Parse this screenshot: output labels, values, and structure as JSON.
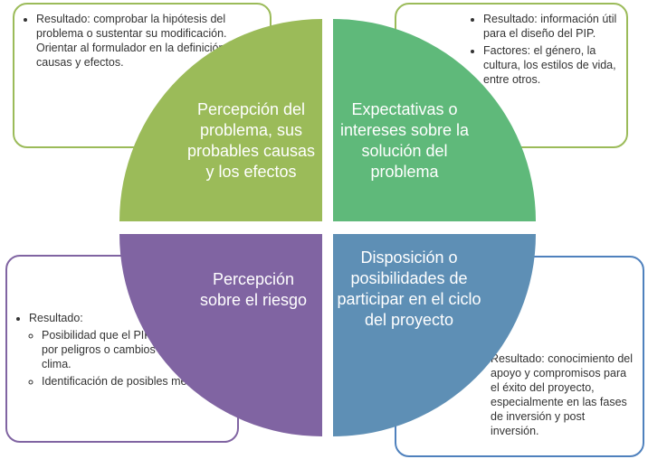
{
  "quadrants": {
    "top_left": {
      "label": "Percepción del problema, sus probables causas y los efectos",
      "color": "#9bbb59"
    },
    "top_right": {
      "label": "Expectativas o intereses sobre la solución del problema",
      "color": "#5fb97a"
    },
    "bottom_left": {
      "label": "Percepción sobre el riesgo",
      "color": "#8064a2"
    },
    "bottom_right": {
      "label": "Disposición o posibilidades de participar en el ciclo del proyecto",
      "color": "#5e8fb5"
    }
  },
  "boxes": {
    "top_left": {
      "items": [
        "Resultado: comprobar la hipótesis del problema o sustentar su modificación. Orientar al formulador en la definición de las causas y efectos."
      ]
    },
    "top_right": {
      "items": [
        "Resultado: información útil para el diseño del PIP.",
        "Factores: el género, la cultura, los estilos de vida, entre otros."
      ]
    },
    "bottom_left": {
      "heading": "Resultado:",
      "items": [
        "Posibilidad que el PIP sea impactado por peligros o cambios respecto al clima.",
        "Identificación de posibles medidas."
      ]
    },
    "bottom_right": {
      "text": "Resultado: conocimiento del apoyo y compromisos para el éxito del proyecto, especialmente en las fases de inversión y post inversión."
    }
  }
}
